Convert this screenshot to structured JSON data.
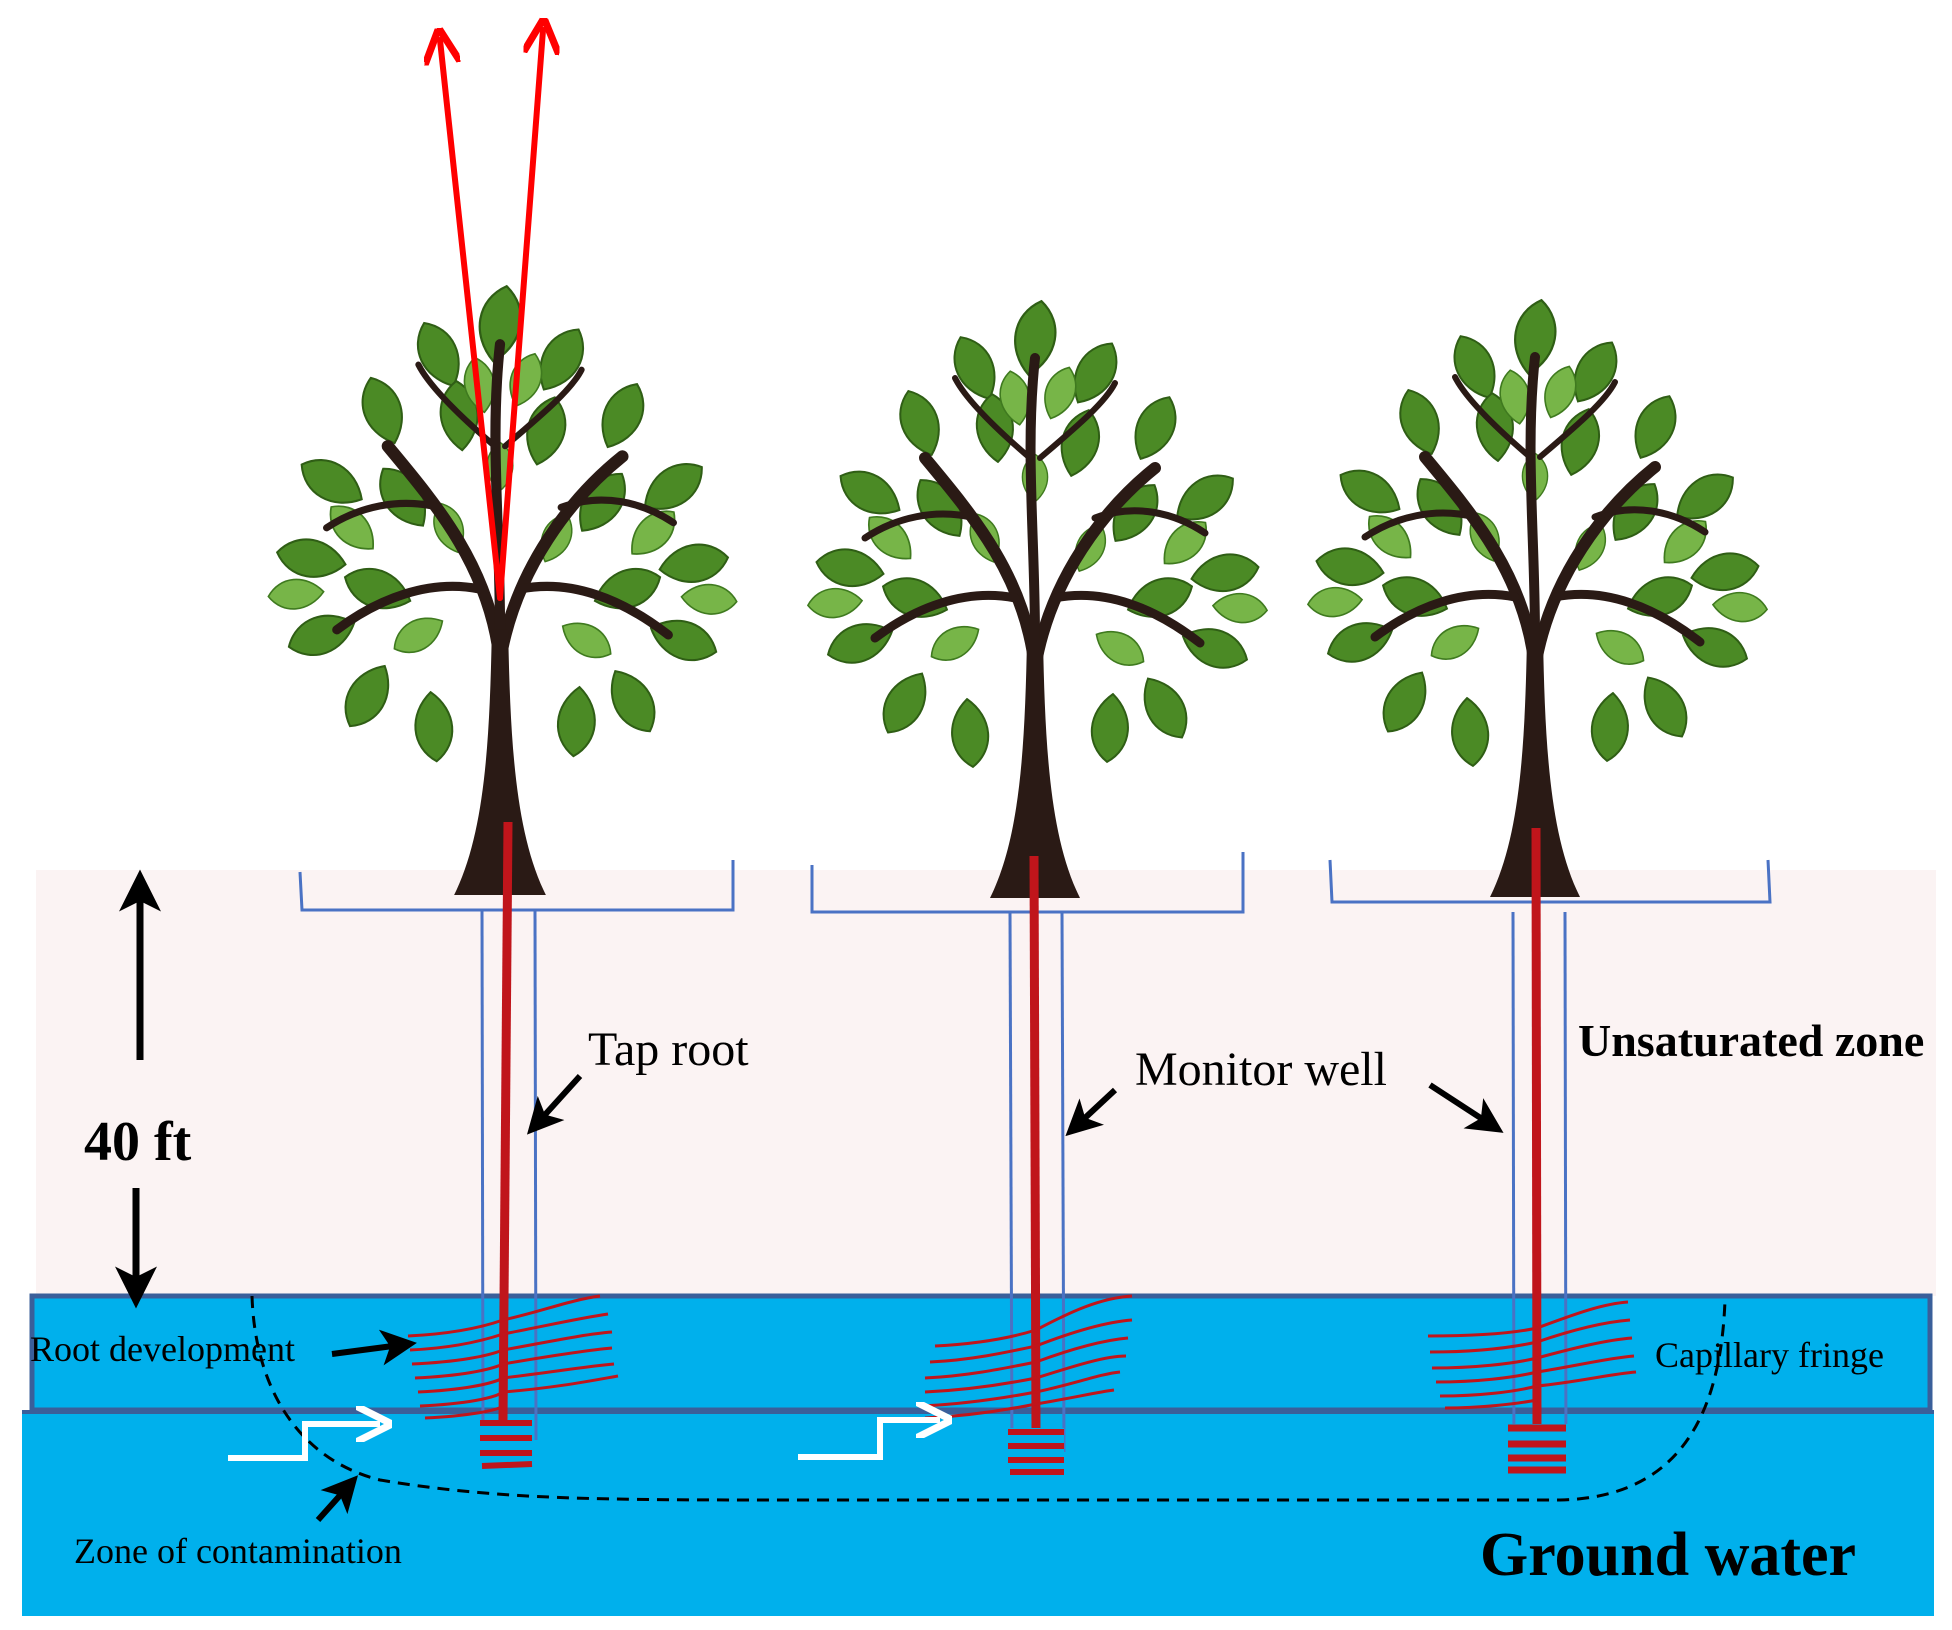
{
  "labels": {
    "tap_root": "Tap root",
    "monitor_well": "Monitor well",
    "unsaturated_zone": "Unsaturated zone",
    "depth": "40 ft",
    "root_development": "Root development",
    "capillary_fringe": "Capillary fringe",
    "zone_of_contamination": "Zone of contamination",
    "ground_water": "Ground water"
  },
  "colors": {
    "unsaturated_soil": "#fbf3f3",
    "capillary_fringe": "#00b0ec",
    "ground_water": "#00b0ec",
    "band_border": "#3a5f9a",
    "tap_root": "#c0151b",
    "monitor_well": "#4a72c4",
    "trunk": "#2a1a15",
    "leaf_dark": "#4b8a25",
    "leaf_light": "#77b548",
    "transpiration_arrow": "#ff0000",
    "flow_arrow": "#ffffff",
    "pointer_arrow": "#000000"
  },
  "icons": [
    "tree",
    "transpiration-arrow",
    "flow-arrow",
    "pointer-arrow",
    "double-arrow"
  ]
}
